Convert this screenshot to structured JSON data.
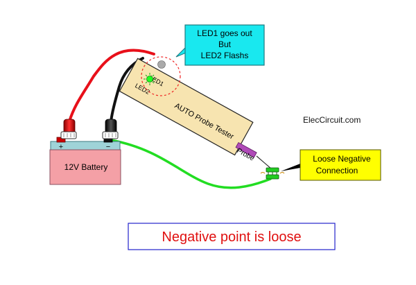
{
  "callouts": {
    "led_status": {
      "line1": "LED1 goes out",
      "line2": "But",
      "line3": "LED2 Flashs"
    },
    "loose_connection": {
      "line1": "Loose Negative",
      "line2": "Connection"
    }
  },
  "battery": {
    "label": "12V Battery",
    "positive_symbol": "+",
    "negative_symbol": "−"
  },
  "tester": {
    "label": "AUTO Probe Tester",
    "led1_label": "LED1",
    "led2_label": "LED2"
  },
  "probe_label": "Probe",
  "watermark": "ElecCircuit.com",
  "caption": "Negative point is loose",
  "colors": {
    "red_wire": "#e8101a",
    "black_wire": "#111111",
    "green_wire": "#22dd22",
    "battery_body": "#f4a0a6",
    "battery_top": "#9fd3d8",
    "tester_body": "#f7e4b0",
    "callout_cyan": "#19e8ef",
    "callout_yellow": "#ffff00",
    "caption_text": "#e01010",
    "caption_border": "#2222cc",
    "led_green": "#22ff22",
    "probe_tip": "#b04ab8"
  }
}
